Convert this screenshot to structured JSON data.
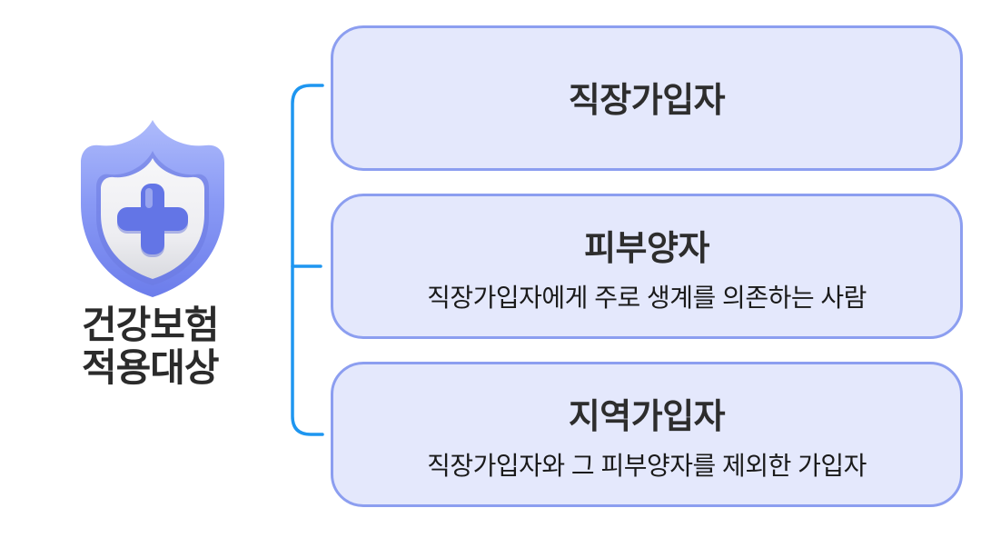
{
  "page": {
    "background": "#FFFFFF"
  },
  "colors": {
    "bracket_blue": "#1E96F0",
    "box_fill": "#E4E8FC",
    "box_border": "#8C9EF0",
    "box_title_text": "#2D2D2D",
    "box_subtitle_text": "#1A1A1A",
    "header_label_text": "#2B2B2B",
    "shield_outer_blue": "#8A9AF5",
    "shield_inner_white": "#F2F2F4",
    "shield_plus_blue": "#7585EE"
  },
  "header": {
    "icon": "shield-plus-icon",
    "label_line1": "건강보험",
    "label_line2": "적용대상"
  },
  "boxes": [
    {
      "title": "직장가입자",
      "subtitle": ""
    },
    {
      "title": "피부양자",
      "subtitle": "직장가입자에게 주로 생계를 의존하는 사람"
    },
    {
      "title": "지역가입자",
      "subtitle": "직장가입자와 그 피부양자를 제외한 가입자"
    }
  ]
}
